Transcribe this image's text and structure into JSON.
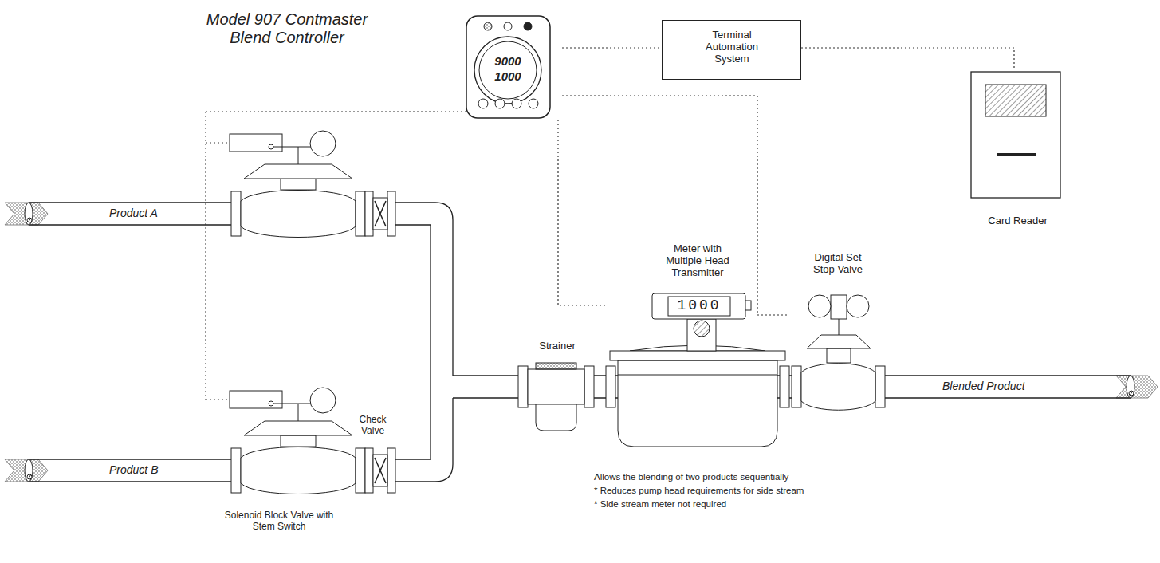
{
  "diagram": {
    "nodes": [
      {
        "text": [
          "Model 907 Contmaster Blend Controller",
          "9000",
          "1000"
        ]
      },
      {
        "text": [
          "Terminal Automation System"
        ]
      },
      {
        "text": [
          "Card Reader"
        ]
      },
      {
        "text": [
          "Strainer"
        ]
      },
      {
        "text": [
          "Meter with Multiple Head Transmitter",
          "1000"
        ]
      },
      {
        "text": [
          "Digital Set Stop Valve"
        ]
      }
    ],
    "edges": [
      {
        "from": 0,
        "to": 1,
        "arrow": "none"
      },
      {
        "from": 1,
        "to": 2,
        "arrow": "none"
      },
      {
        "from": 0,
        "to": 4,
        "arrow": "none"
      },
      {
        "from": 0,
        "to": 5,
        "arrow": "none"
      }
    ],
    "labels": [
      "Product A",
      "Product B",
      "Check Valve",
      "Solenoid Block Valve with Stem Switch",
      "Blended Product",
      "Allows the blending of two products sequentially",
      "* Reduces pump head requirements for side stream",
      "* Side stream meter not required"
    ]
  }
}
